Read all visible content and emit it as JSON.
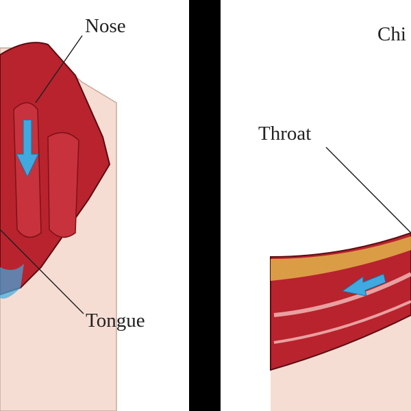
{
  "labels": {
    "nose": "Nose",
    "tongue": "Tongue",
    "throat": "Throat",
    "chin": "Chi"
  },
  "colors": {
    "skin": "#f6ddd3",
    "tissue": "#b8232e",
    "tissue_dark": "#7c1118",
    "airflow_arrow": "#3fa9e0",
    "divider": "#000000"
  }
}
